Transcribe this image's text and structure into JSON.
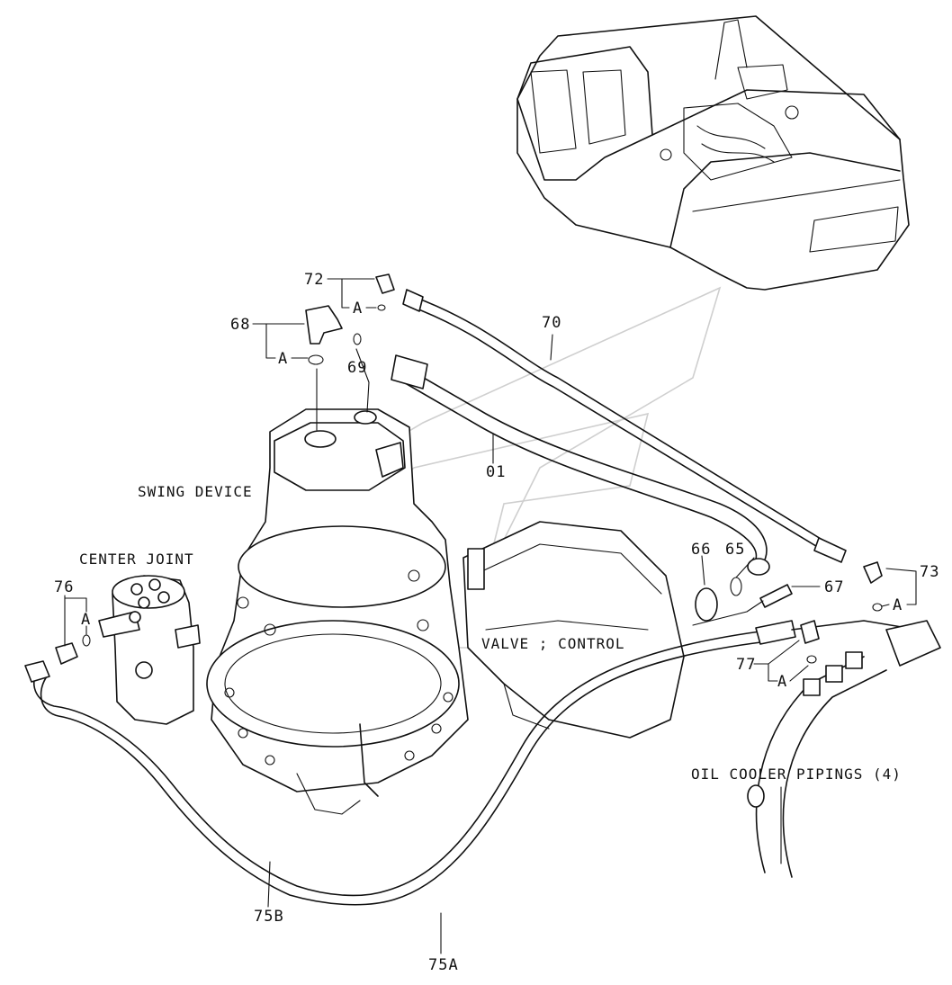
{
  "labels": {
    "swing_device": "SWING DEVICE",
    "center_joint": "CENTER JOINT",
    "valve_control": "VALVE ; CONTROL",
    "oil_cooler": "OIL COOLER PIPINGS (4)"
  },
  "callouts": {
    "p72": "72",
    "p68": "68",
    "p69": "69",
    "p70": "70",
    "p01": "01",
    "p66": "66",
    "p65": "65",
    "p67": "67",
    "p73": "73",
    "p76": "76",
    "p77": "77",
    "p75a": "75A",
    "p75b": "75B",
    "a1": "A",
    "a2": "A",
    "a3": "A",
    "a4": "A",
    "a5": "A"
  }
}
